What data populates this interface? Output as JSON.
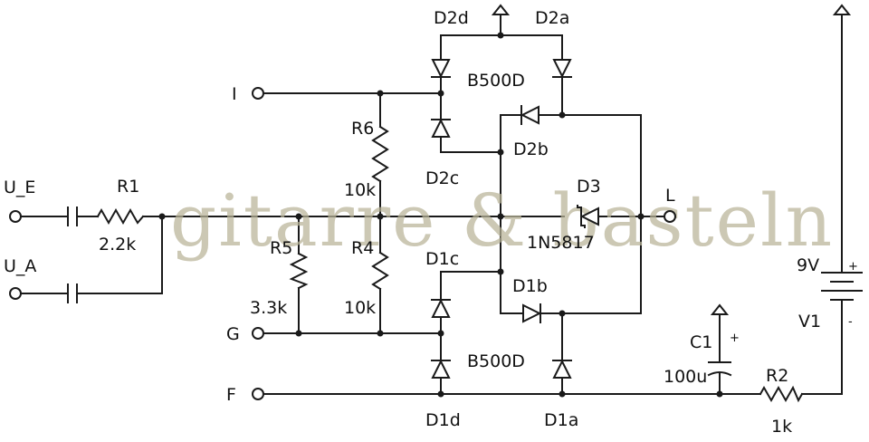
{
  "watermark": "gitarre & basteln",
  "terminals": {
    "u_e": "U_E",
    "u_a": "U_A",
    "i": "I",
    "g": "G",
    "f": "F",
    "l": "L"
  },
  "components": {
    "r1": {
      "name": "R1",
      "value": "2.2k"
    },
    "r2": {
      "name": "R2",
      "value": "1k"
    },
    "r4": {
      "name": "R4",
      "value": "10k"
    },
    "r5": {
      "name": "R5",
      "value": "3.3k"
    },
    "r6": {
      "name": "R6",
      "value": "10k"
    },
    "c1": {
      "name": "C1",
      "value": "100u",
      "polarity": "+"
    },
    "v1": {
      "name": "V1",
      "value": "9V",
      "plus": "+",
      "minus": "-"
    },
    "d3": {
      "name": "D3",
      "value": "1N5817"
    },
    "bridge_upper": {
      "value": "B500D",
      "a": "D2a",
      "b": "D2b",
      "c": "D2c",
      "d": "D2d"
    },
    "bridge_lower": {
      "value": "B500D",
      "a": "D1a",
      "b": "D1b",
      "c": "D1c",
      "d": "D1d"
    }
  }
}
